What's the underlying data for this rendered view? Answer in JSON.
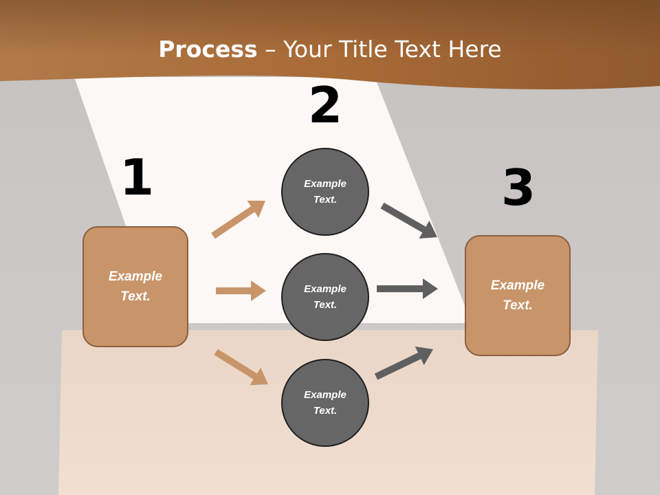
{
  "slide": {
    "title_bold": "Process",
    "title_rest": " – Your Title Text Here",
    "colors": {
      "header_brown": "#a96d3a",
      "box_fill": "#c8956a",
      "box_border": "#8a5e3f",
      "circle_fill": "#666666",
      "left_arrows": "#c8956a",
      "right_arrows": "#5f5f5f"
    }
  },
  "steps": [
    {
      "number": "1",
      "text": "Example Text."
    },
    {
      "number": "2"
    },
    {
      "number": "3",
      "text": "Example Text."
    }
  ],
  "circles": [
    {
      "text": "Example Text."
    },
    {
      "text": "Example Text."
    },
    {
      "text": "Example Text."
    }
  ]
}
